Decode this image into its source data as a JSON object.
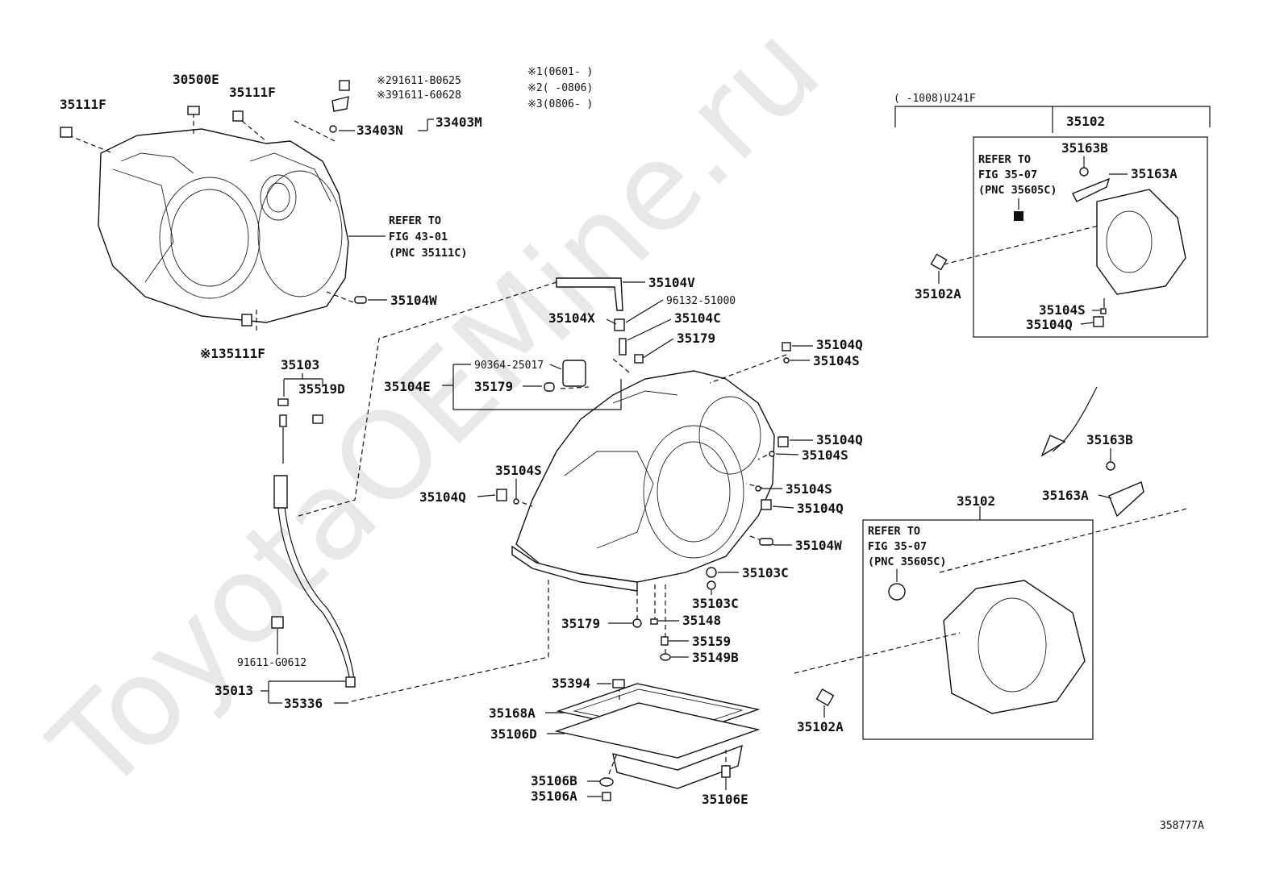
{
  "watermark": "ToyotaOEMine.ru",
  "figure_code": "358777A",
  "notes": {
    "n1": "※1(0601-     )",
    "n2": "※2(      -0806)",
    "n3": "※3(0806-     )"
  },
  "variant_header": "(      -1008)U241F",
  "labels": {
    "l35111F_a": "35111F",
    "l30500E": "30500E",
    "l35111F_b": "35111F",
    "l91611B0625": "※291611-B0625",
    "l9161160628": "※391611-60628",
    "l33403N": "33403N",
    "l33403M": "33403M",
    "l35104W_a": "35104W",
    "l35111F_c": "※135111F",
    "l35103": "35103",
    "l35519D": "35519D",
    "l9161G0612": "91611-G0612",
    "l35013": "35013",
    "l35336": "35336",
    "l35104V": "35104V",
    "l9613251000": "96132-51000",
    "l35104X": "35104X",
    "l35104C": "35104C",
    "l35179_a": "35179",
    "l9036425017": "90364-25017",
    "l35104E": "35104E",
    "l35179_b": "35179",
    "l35104S_a": "35104S",
    "l35104Q_a": "35104Q",
    "l35104Q_b": "35104Q",
    "l35104S_b": "35104S",
    "l35104Q_c": "35104Q",
    "l35104S_c": "35104S",
    "l35104S_d": "35104S",
    "l35104Q_d": "35104Q",
    "l35104W_b": "35104W",
    "l35103C_a": "35103C",
    "l35103C_b": "35103C",
    "l35179_c": "35179",
    "l35148": "35148",
    "l35159": "35159",
    "l35149B": "35149B",
    "l35394": "35394",
    "l35168A": "35168A",
    "l35106D": "35106D",
    "l35106B": "35106B",
    "l35106A": "35106A",
    "l35106E": "35106E",
    "l35102_a": "35102",
    "l35163B_a": "35163B",
    "l35163A_a": "35163A",
    "l35102A_a": "35102A",
    "l35104S_e": "35104S",
    "l35104Q_e": "35104Q",
    "l35163B_b": "35163B",
    "l35163A_b": "35163A",
    "l35102_b": "35102",
    "l35102A_b": "35102A"
  },
  "refs": {
    "r1": [
      "REFER TO",
      "FIG 43-01",
      "(PNC 35111C)"
    ],
    "r2": [
      "REFER TO",
      "FIG 35-07",
      "(PNC 35605C)"
    ],
    "r3": [
      "REFER TO",
      "FIG 35-07",
      "(PNC 35605C)"
    ]
  }
}
